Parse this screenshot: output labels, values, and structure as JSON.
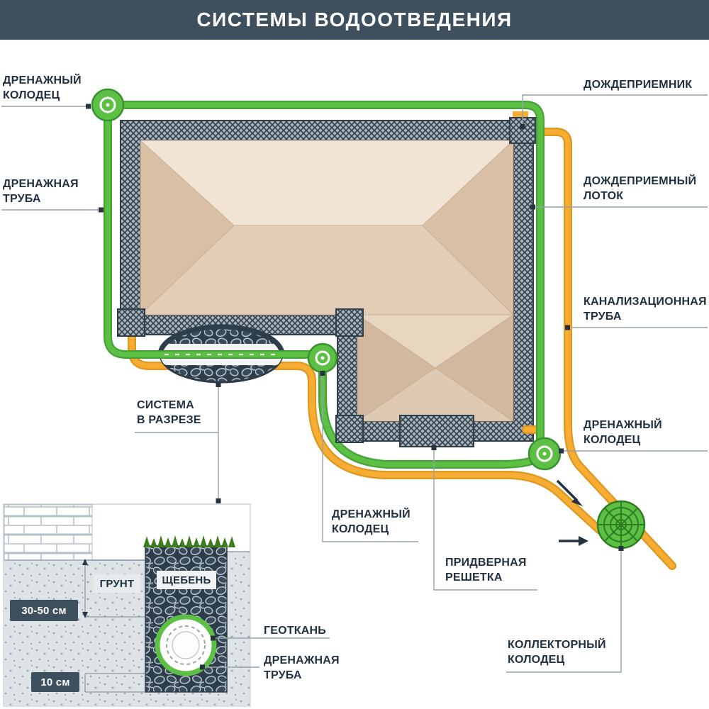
{
  "header": {
    "title": "СИСТЕМЫ ВОДООТВЕДЕНИЯ"
  },
  "plan": {
    "drainage_well_top": "ДРЕНАЖНЫЙ\nКОЛОДЕЦ",
    "rain_inlet": "ДОЖДЕПРИЕМНИК",
    "drainage_pipe": "ДРЕНАЖНАЯ\nТРУБА",
    "rain_tray": "ДОЖДЕПРИЕМНЫЙ\nЛОТОК",
    "sewer_pipe": "КАНАЛИЗАЦИОННАЯ\nТРУБА",
    "drainage_well_right": "ДРЕНАЖНЫЙ\nКОЛОДЕЦ",
    "cutaway": "СИСТЕМА\nВ РАЗРЕЗЕ",
    "drainage_well_bottom": "ДРЕНАЖНЫЙ\nКОЛОДЕЦ",
    "door_grate": "ПРИДВЕРНАЯ\nРЕШЕТКА",
    "collector_well": "КОЛЛЕКТОРНЫЙ\nКОЛОДЕЦ"
  },
  "section": {
    "soil": "ГРУНТ",
    "gravel": "ЩЕБЕНЬ",
    "geotextile": "ГЕОТКАНЬ",
    "drainage_pipe": "ДРЕНАЖНАЯ\nТРУБА",
    "depth_top": "30-50 см",
    "depth_bottom": "10 см"
  },
  "colors": {
    "header_bg": "#3e4f5e",
    "label_text": "#22313f",
    "pipe_green": "#5cc044",
    "pipe_orange": "#f7ac34",
    "hatch_dark": "#2f3e4b",
    "roof_light": "#f1e4d4",
    "roof_dark": "#d8bfa5"
  }
}
